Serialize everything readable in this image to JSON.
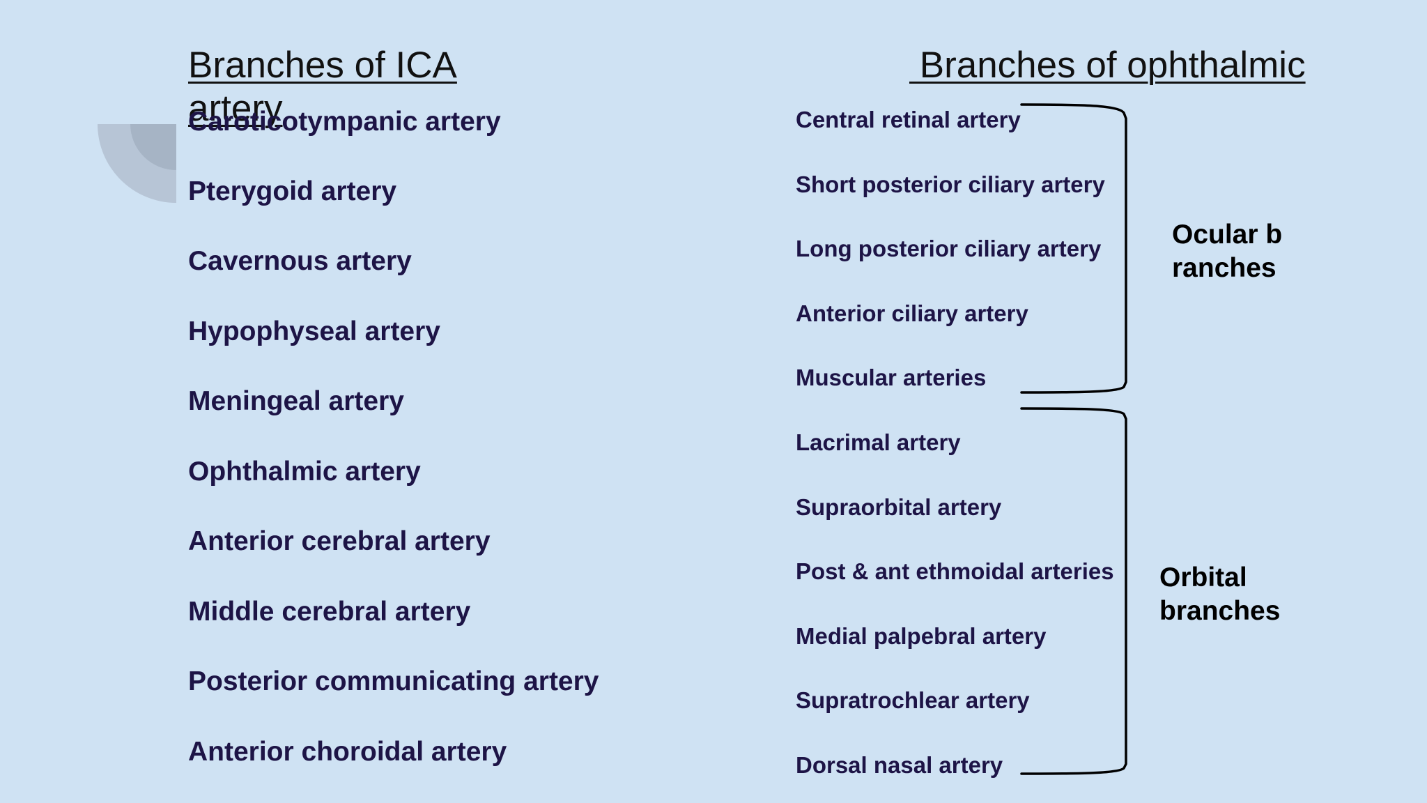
{
  "left": {
    "title": "Branches of ICA artery",
    "items": [
      "Caroticotympanic artery",
      "Pterygoid artery",
      "Cavernous artery",
      "Hypophyseal artery",
      "Meningeal artery",
      "Ophthalmic artery",
      "Anterior cerebral artery",
      "Middle cerebral artery",
      "Posterior communicating artery",
      "Anterior choroidal artery"
    ]
  },
  "right": {
    "title": " Branches of ophthalmic",
    "items": [
      "Central retinal artery",
      "Short posterior ciliary artery",
      "Long posterior ciliary artery",
      "Anterior ciliary artery",
      "Muscular arteries",
      "Lacrimal artery",
      "Supraorbital artery",
      "Post & ant ethmoidal arteries",
      "Medial palpebral artery",
      "Supratrochlear artery",
      "Dorsal nasal artery"
    ],
    "groups": {
      "ocular": "Ocular branches",
      "orbital": "Orbital branches"
    }
  },
  "colors": {
    "background": "#cfe2f3",
    "item_text": "#1d1446",
    "title_text": "#111111",
    "decoration": "#a9b6c6"
  }
}
